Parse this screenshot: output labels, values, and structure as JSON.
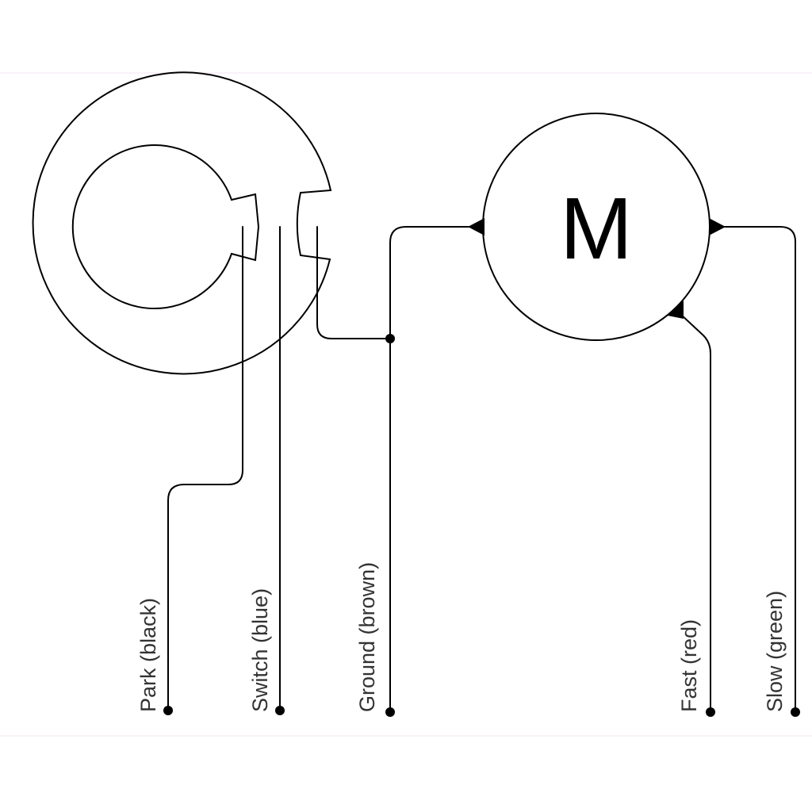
{
  "diagram": {
    "motor": {
      "letter": "M"
    },
    "terminals": [
      {
        "id": "park",
        "label": "Park (black)"
      },
      {
        "id": "switch",
        "label": "Switch (blue)"
      },
      {
        "id": "ground",
        "label": "Ground (brown)"
      },
      {
        "id": "fast",
        "label": "Fast (red)"
      },
      {
        "id": "slow",
        "label": "Slow (green)"
      }
    ]
  }
}
